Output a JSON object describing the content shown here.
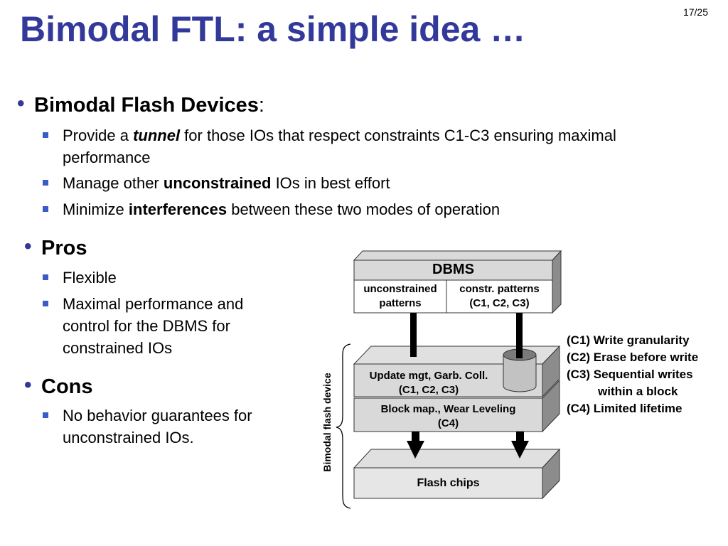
{
  "slide": {
    "title": "Bimodal FTL: a simple idea …",
    "page_number": "17/25"
  },
  "section1": {
    "heading": "Bimodal Flash Devices",
    "heading_suffix": ":",
    "items": [
      {
        "pre": "Provide a ",
        "emph": "tunnel",
        "post": " for those IOs that respect constraints C1-C3 ensuring maximal",
        "post2": "performance"
      },
      {
        "pre": "Manage other ",
        "emph": "unconstrained",
        "post": " IOs in best effort"
      },
      {
        "pre": "Minimize ",
        "emph": "interferences",
        "post": " between these two modes of operation"
      }
    ]
  },
  "pros": {
    "heading": "Pros",
    "items": [
      "Flexible",
      "Maximal performance and",
      "control for the DBMS for",
      "constrained IOs"
    ]
  },
  "cons": {
    "heading": "Cons",
    "items": [
      "No behavior guarantees for",
      "unconstrained IOs."
    ]
  },
  "diagram": {
    "dbms": "DBMS",
    "unconstrained_line1": "unconstrained",
    "unconstrained_line2": "patterns",
    "constr_line1": "constr. patterns",
    "constr_line2": "(C1, C2, C3)",
    "update_line1": "Update mgt, Garb. Coll.",
    "update_line2": "(C1, C2, C3)",
    "blockmap_line1": "Block map., Wear Leveling",
    "blockmap_line2": "(C4)",
    "flash": "Flash chips",
    "side_label": "Bimodal flash device"
  },
  "constraints": [
    "(C1) Write granularity",
    "(C2) Erase before write",
    "(C3) Sequential writes",
    "within a block",
    "(C4) Limited lifetime"
  ]
}
